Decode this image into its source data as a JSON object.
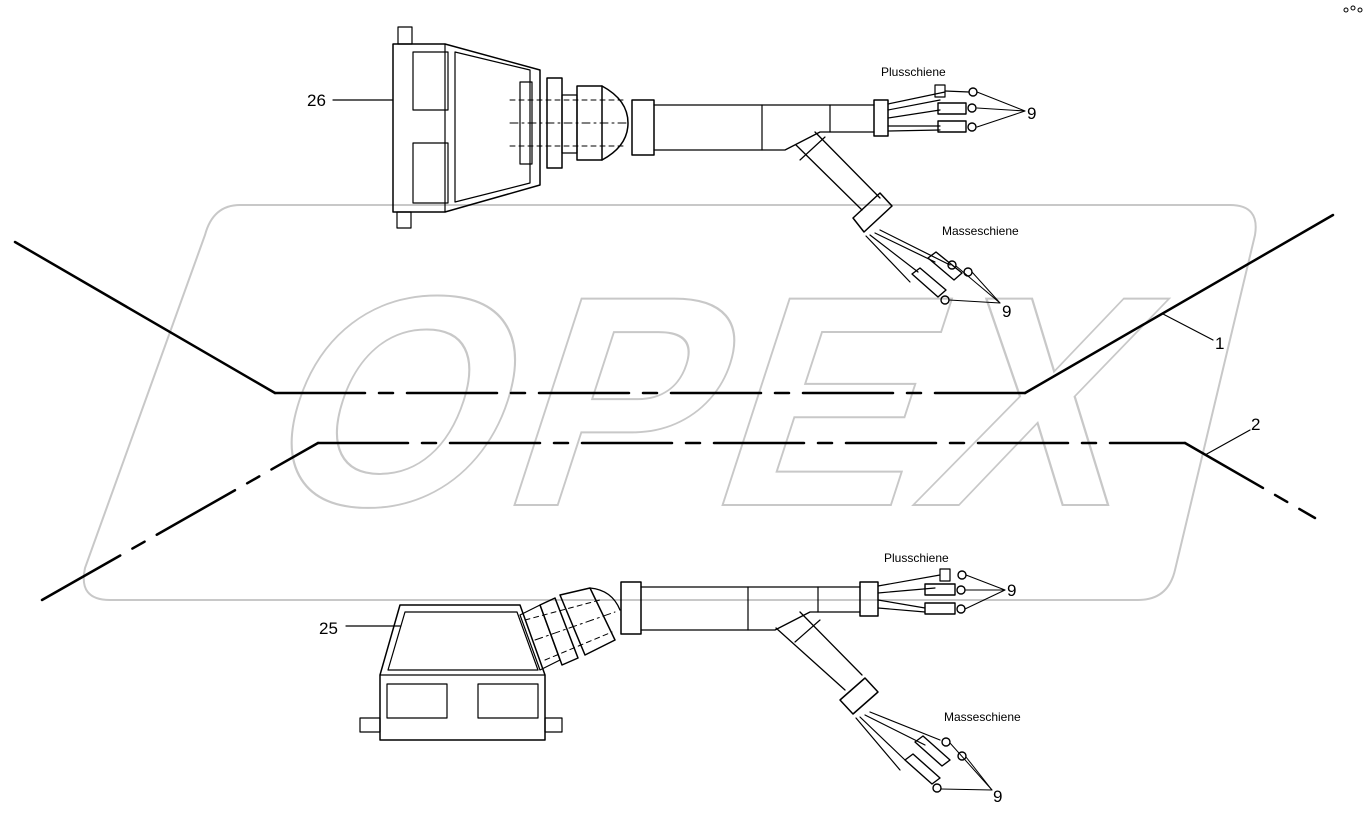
{
  "watermark": {
    "text": "OPEX",
    "color": "#c8c8c8"
  },
  "callouts": {
    "part_26": "26",
    "part_25": "25",
    "part_1": "1",
    "part_2": "2",
    "part_9_top_plus": "9",
    "part_9_top_mass": "9",
    "part_9_bottom_plus": "9",
    "part_9_bottom_mass": "9"
  },
  "labels": {
    "top_plus": "Plusschiene",
    "top_mass": "Masseschiene",
    "bottom_plus": "Plusschiene",
    "bottom_mass": "Masseschiene"
  },
  "colors": {
    "line": "#000000",
    "background": "#ffffff",
    "watermark": "#c8c8c8"
  }
}
